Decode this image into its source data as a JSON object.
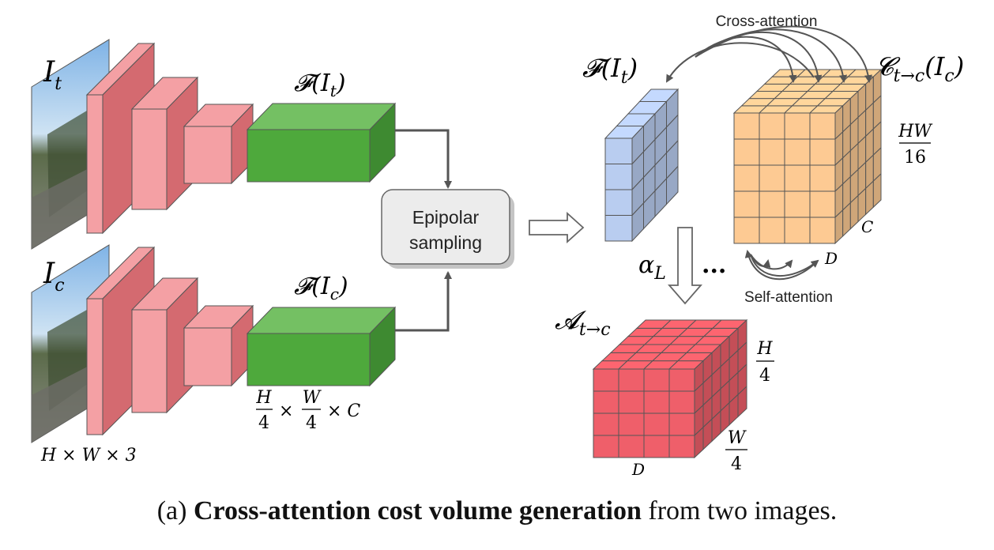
{
  "labels": {
    "img_t": "I",
    "img_t_sub": "t",
    "img_c": "I",
    "img_c_sub": "c",
    "input_dims": "H × W × 3",
    "feat_t": "𝓕(I",
    "feat_t_sub": "t",
    "feat_c": "𝓕(I",
    "feat_c_sub": "c",
    "close_paren": ")",
    "feat_dims_frac1_num": "H",
    "feat_dims_frac1_den": "4",
    "feat_dims_frac2_num": "W",
    "feat_dims_frac2_den": "4",
    "feat_dims_times": "×",
    "feat_dims_C": "× C",
    "epipolar_line1": "Epipolar",
    "epipolar_line2": "sampling",
    "cross_attention": "Cross-attention",
    "self_attention": "Self-attention",
    "feat_right": "𝓕(I",
    "feat_right_sub": "t",
    "cost_volume": "𝓒",
    "cost_volume_sub": "t→c",
    "cost_volume_arg": "(I",
    "cost_volume_arg_sub": "c",
    "hw_num": "HW",
    "hw_den": "16",
    "C_label": "C",
    "D_label": "D",
    "alpha": "α",
    "alpha_sub": "L",
    "ellipsis": "...",
    "attn_vol": "𝓐",
    "attn_vol_sub": "t→c",
    "h_num": "H",
    "h_den": "4",
    "w_num": "W",
    "w_den": "4",
    "D_bottom": "D"
  },
  "caption": {
    "prefix": "(a) ",
    "bold": "Cross-attention cost volume generation",
    "suffix": " from two images."
  },
  "colors": {
    "encoder_pink": "#f4a0a4",
    "encoder_side": "#d46a70",
    "feature_green": "#4ea93c",
    "feature_green_top": "#74c063",
    "feature_green_side": "#3e8a31",
    "feature_blue": "#b9cdf0",
    "cost_orange": "#fdca93",
    "attn_red": "#ef5f6a",
    "box_gray": "#ececec"
  }
}
